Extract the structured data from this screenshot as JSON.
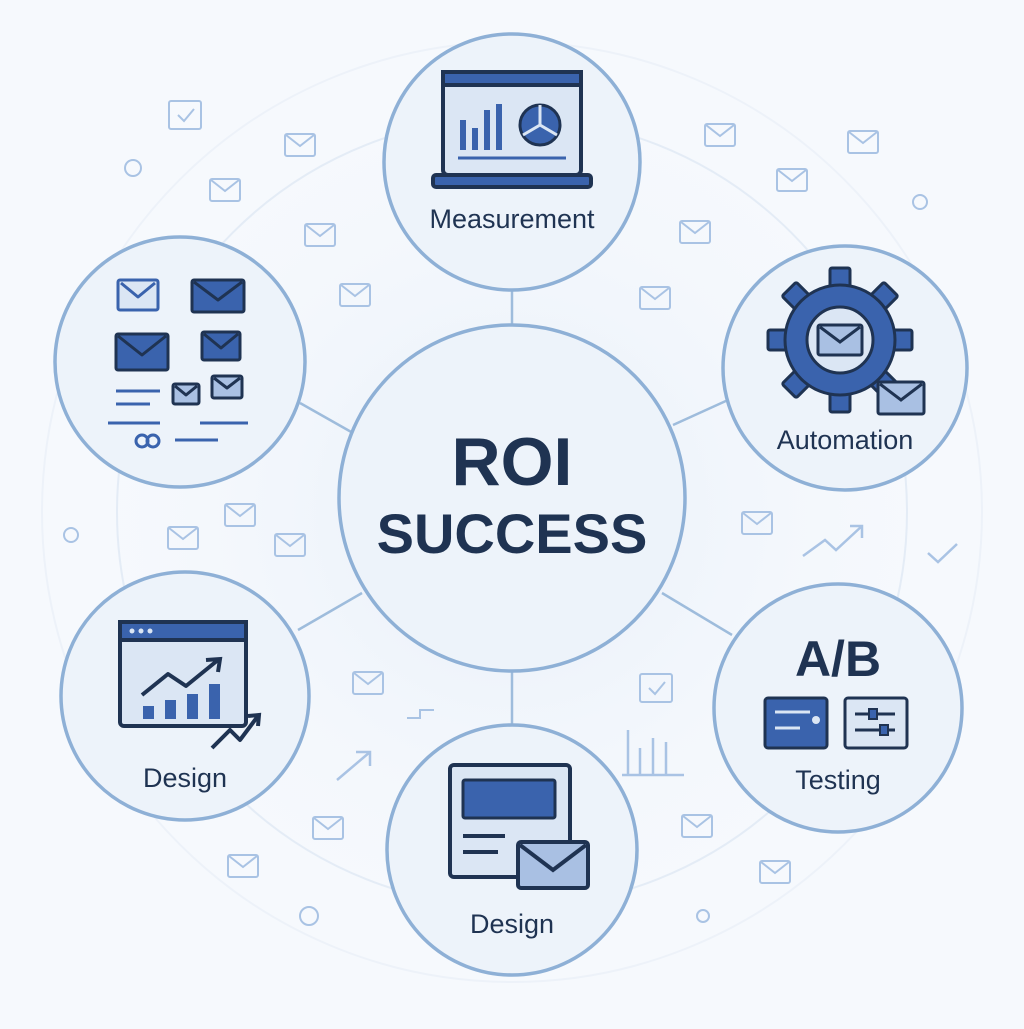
{
  "center": {
    "line1": "ROI",
    "line2": "SUCCESS"
  },
  "nodes": {
    "measurement": {
      "label": "Measurement",
      "icon": "laptop-analytics-icon"
    },
    "segmentation": {
      "label": "",
      "icon": "email-grid-icon"
    },
    "automation": {
      "label": "Automation",
      "icon": "gear-envelope-icon"
    },
    "design_left": {
      "label": "Design",
      "icon": "growth-chart-window-icon"
    },
    "design_bottom": {
      "label": "Design",
      "icon": "email-layout-icon"
    },
    "testing": {
      "label": "Testing",
      "heading": "A/B",
      "icon": "ab-toggle-cards-icon"
    }
  },
  "colors": {
    "navy": "#1f3352",
    "blue": "#3a63ad",
    "light_blue": "#a9c0e3",
    "outline": "#8eb0d6",
    "node_fill": "#edf3fa",
    "connector": "#9ebcdc",
    "decor": "#a9c3e4"
  }
}
